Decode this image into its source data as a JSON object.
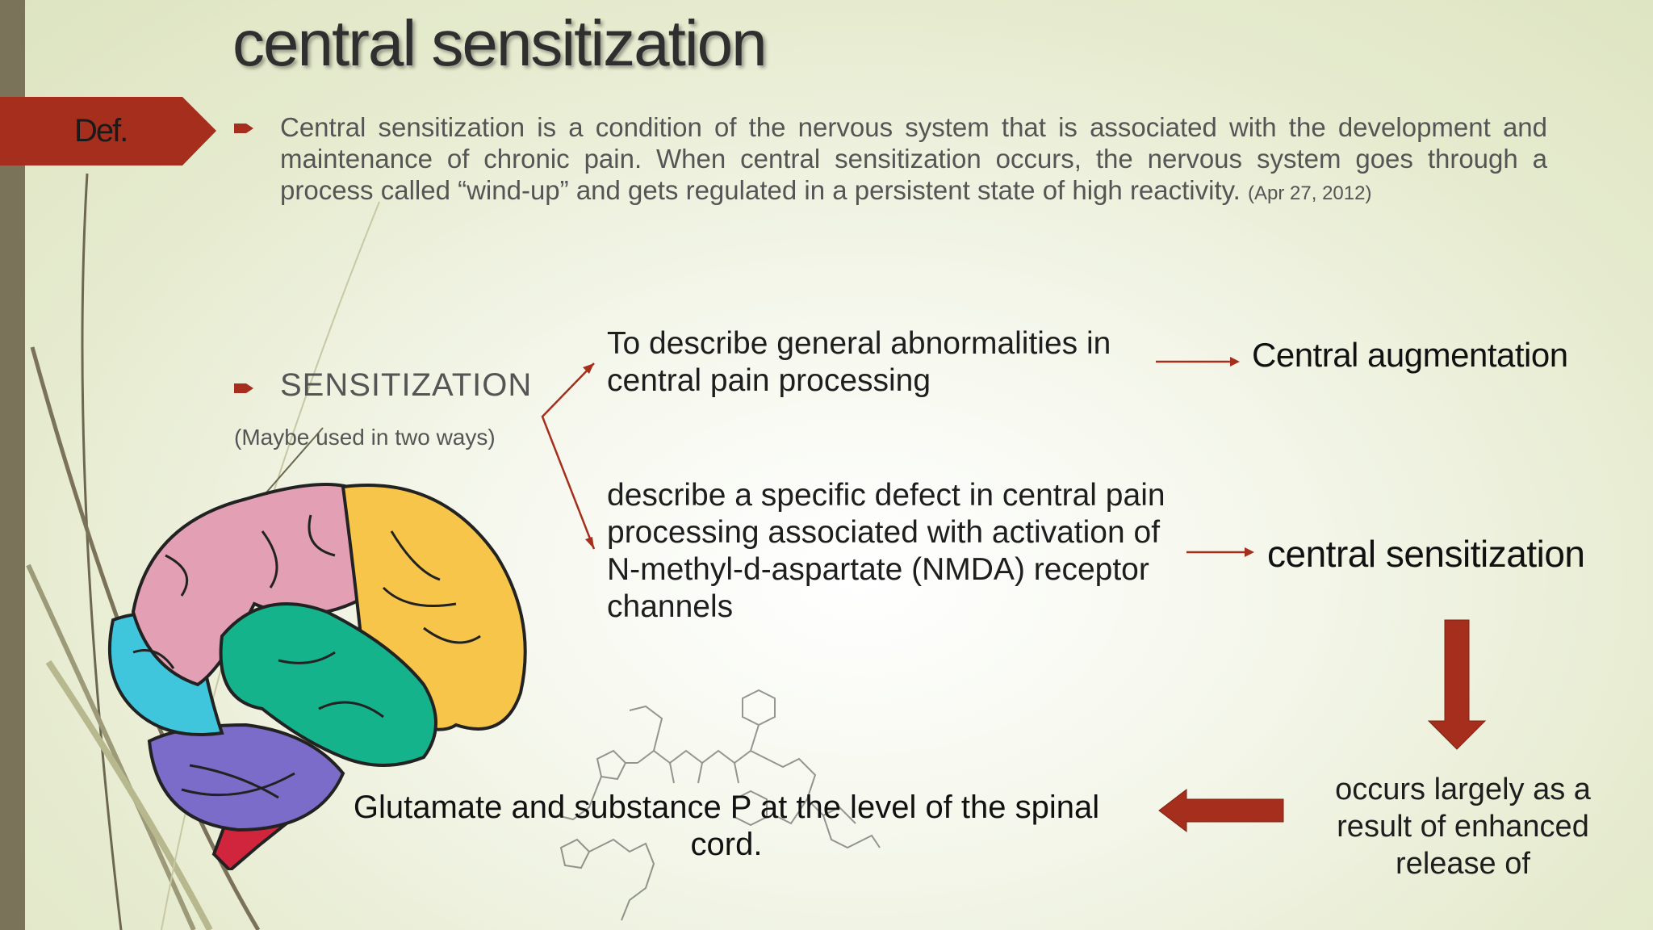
{
  "slide": {
    "title": "central sensitization"
  },
  "definition": {
    "tag": "Def.",
    "text": "Central sensitization is a condition of the nervous system that is associated with the development and maintenance of chronic pain. When central sensitization occurs, the nervous system goes through a process called “wind-up” and gets regulated in a persistent state of high reactivity.",
    "date": "(Apr 27, 2012)"
  },
  "sensitization": {
    "heading": "SENSITIZATION",
    "note": "(Maybe used in two ways)",
    "branch_1": "To describe general abnormalities in central pain processing",
    "result_1": "Central augmentation",
    "branch_2": "describe a specific defect in central pain processing associated with activation of N-methyl-d-aspartate (NMDA) receptor channels",
    "result_2": "central sensitization",
    "release": "occurs largely as a result of enhanced release of",
    "glutamate": "Glutamate and substance P at the level of the spinal cord."
  },
  "icons": {
    "bullet": "arrow-bullet-icon",
    "brain": "brain-illustration",
    "molecule": "molecule-structure-illustration"
  },
  "colors": {
    "accent": "#a52f1c",
    "sidebar": "#7a7259",
    "text": "#555555"
  }
}
